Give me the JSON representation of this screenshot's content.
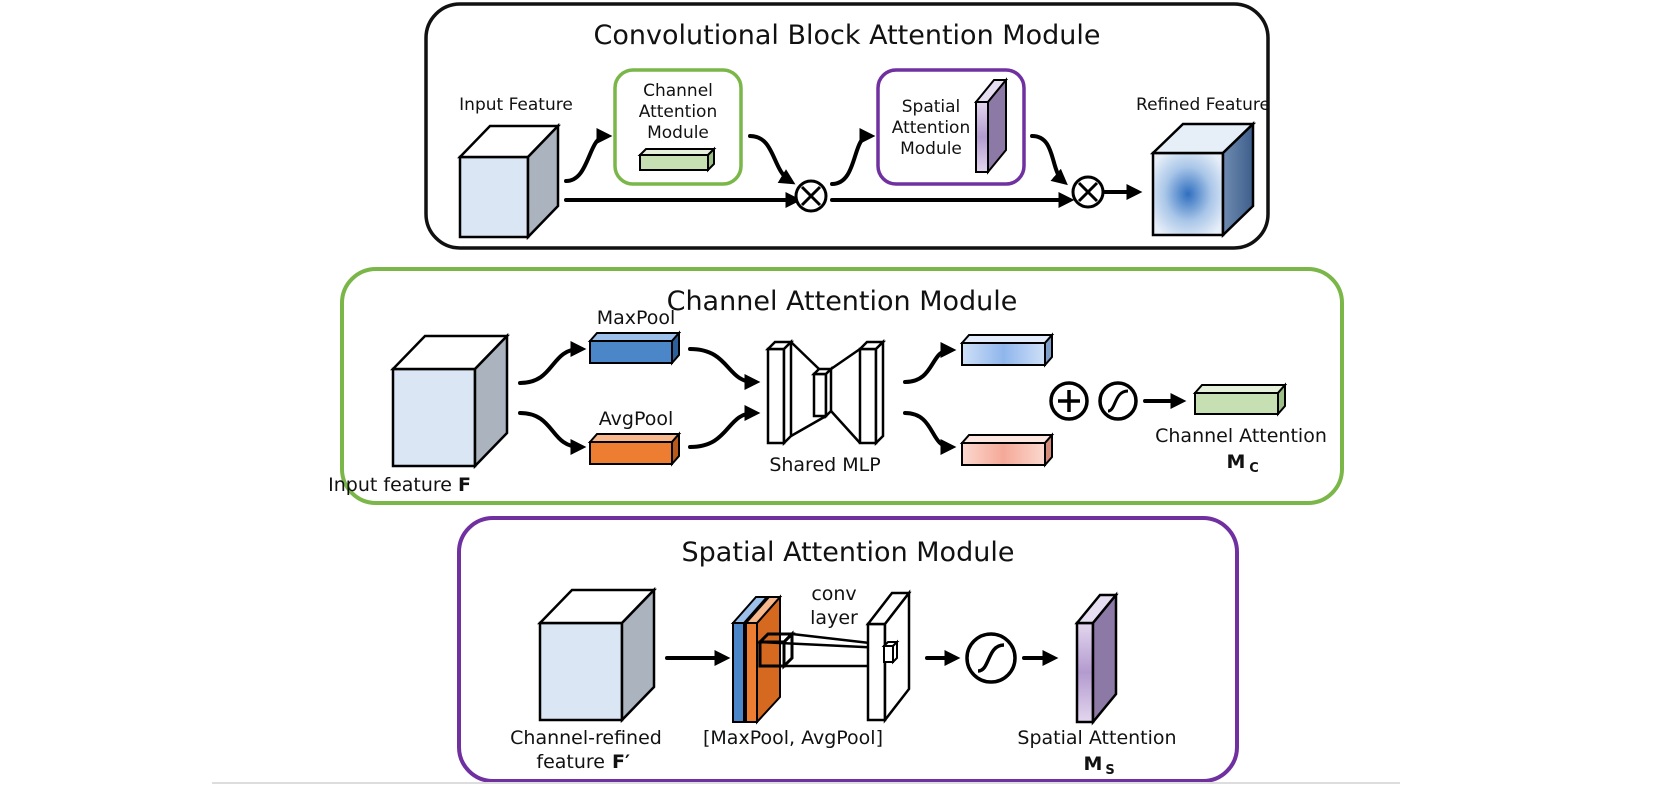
{
  "colors": {
    "cbam_border": "#111111",
    "channel_border": "#7ab648",
    "spatial_border": "#7030a0",
    "cube_front": "#dbe6f4",
    "cube_side": "#aab3be",
    "maxpool": "#4a86c8",
    "avgpool": "#ed7d31",
    "channel_attention": "#c6e0b4",
    "spatial_attention": "#c9b3d9"
  },
  "cbam": {
    "title": "Convolutional Block Attention Module",
    "input_label": "Input Feature",
    "channel_module": [
      "Channel",
      "Attention",
      "Module"
    ],
    "spatial_module": [
      "Spatial",
      "Attention",
      "Module"
    ],
    "refined_label": "Refined Feature",
    "multiply_icon": "circled-times-icon"
  },
  "channel": {
    "title": "Channel Attention Module",
    "input_label": "Input feature",
    "input_symbol": "F",
    "maxpool_label": "MaxPool",
    "avgpool_label": "AvgPool",
    "mlp_label": "Shared MLP",
    "output_label": "Channel Attention",
    "output_symbol": "M",
    "output_subscript": "C",
    "add_icon": "circled-plus-icon",
    "sigmoid_icon": "sigmoid-icon"
  },
  "spatial": {
    "title": "Spatial Attention Module",
    "input_label_line1": "Channel-refined",
    "input_label_line2": "feature",
    "input_symbol": "F′",
    "pool_label": "[MaxPool, AvgPool]",
    "conv_label_line1": "conv",
    "conv_label_line2": "layer",
    "output_label": "Spatial Attention",
    "output_symbol": "M",
    "output_subscript": "S",
    "sigmoid_icon": "sigmoid-icon"
  }
}
